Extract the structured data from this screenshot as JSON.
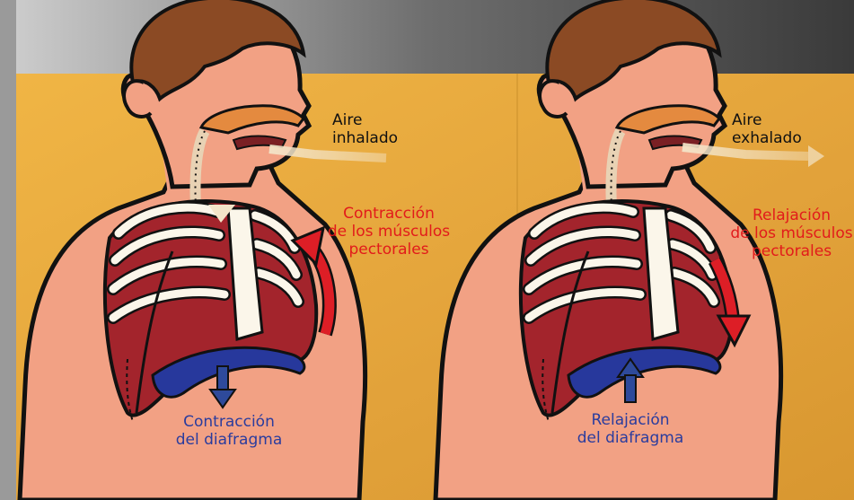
{
  "colors": {
    "background_orange": "#e9a93a",
    "skin": "#f2a184",
    "hair": "#8b4a24",
    "muscle": "#a3242c",
    "diaphragm": "#27389c",
    "arrow_red": "#dd1e26",
    "arrow_blue": "#2e4a9b",
    "label_red": "#e21b1b",
    "label_blue": "#2a3c9e"
  },
  "panels": [
    {
      "phase": "inhale",
      "air_label": [
        "Aire",
        "inhalado"
      ],
      "muscle_label": [
        "Contracción",
        "de los músculos",
        "pectorales"
      ],
      "diaphragm_label": [
        "Contracción",
        "del diafragma"
      ]
    },
    {
      "phase": "exhale",
      "air_label": [
        "Aire",
        "exhalado"
      ],
      "muscle_label": [
        "Relajación",
        "de los músculos",
        "pectorales"
      ],
      "diaphragm_label": [
        "Relajación",
        "del diafragma"
      ]
    }
  ]
}
